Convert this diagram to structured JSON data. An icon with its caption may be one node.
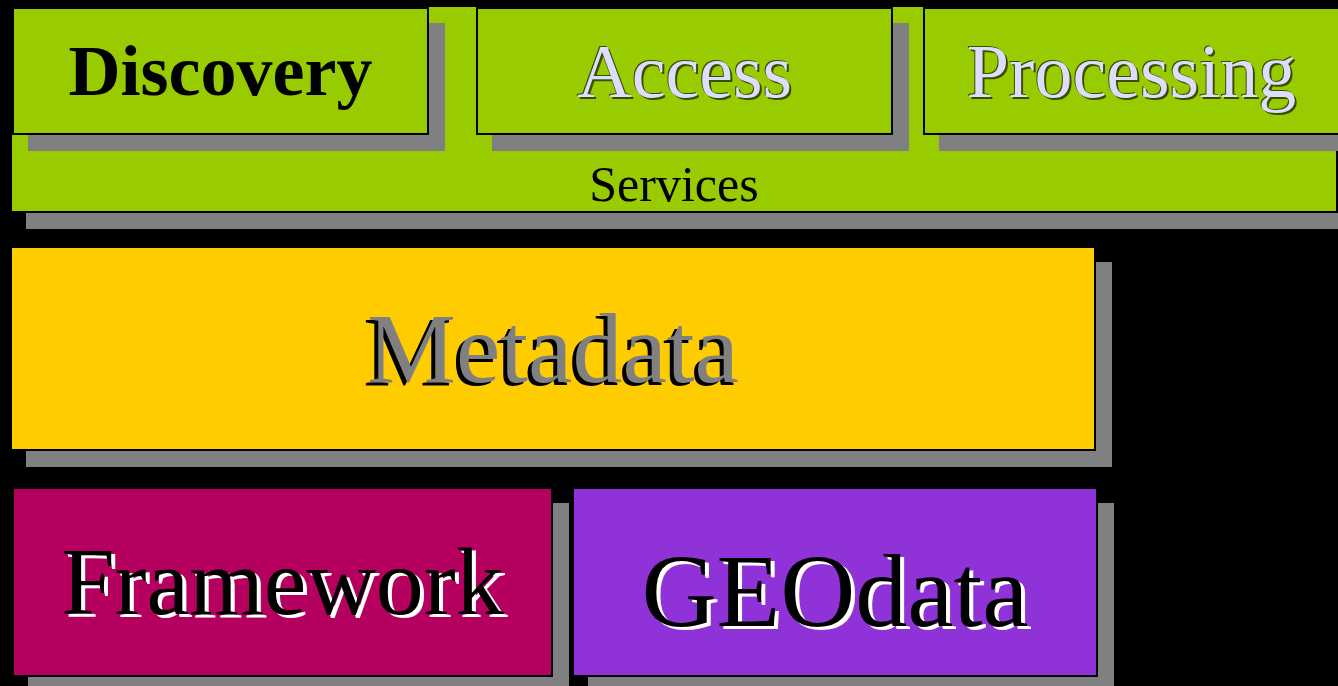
{
  "diagram": {
    "nodes": [
      {
        "text": [
          "Services"
        ]
      },
      {
        "text": [
          "Discovery"
        ],
        "in": 0
      },
      {
        "text": [
          "Access"
        ],
        "in": 0
      },
      {
        "text": [
          "Processing"
        ],
        "in": 0
      },
      {
        "text": [
          "Metadata"
        ]
      },
      {
        "text": [
          "Framework"
        ]
      },
      {
        "text": [
          "GEOdata"
        ]
      }
    ]
  }
}
